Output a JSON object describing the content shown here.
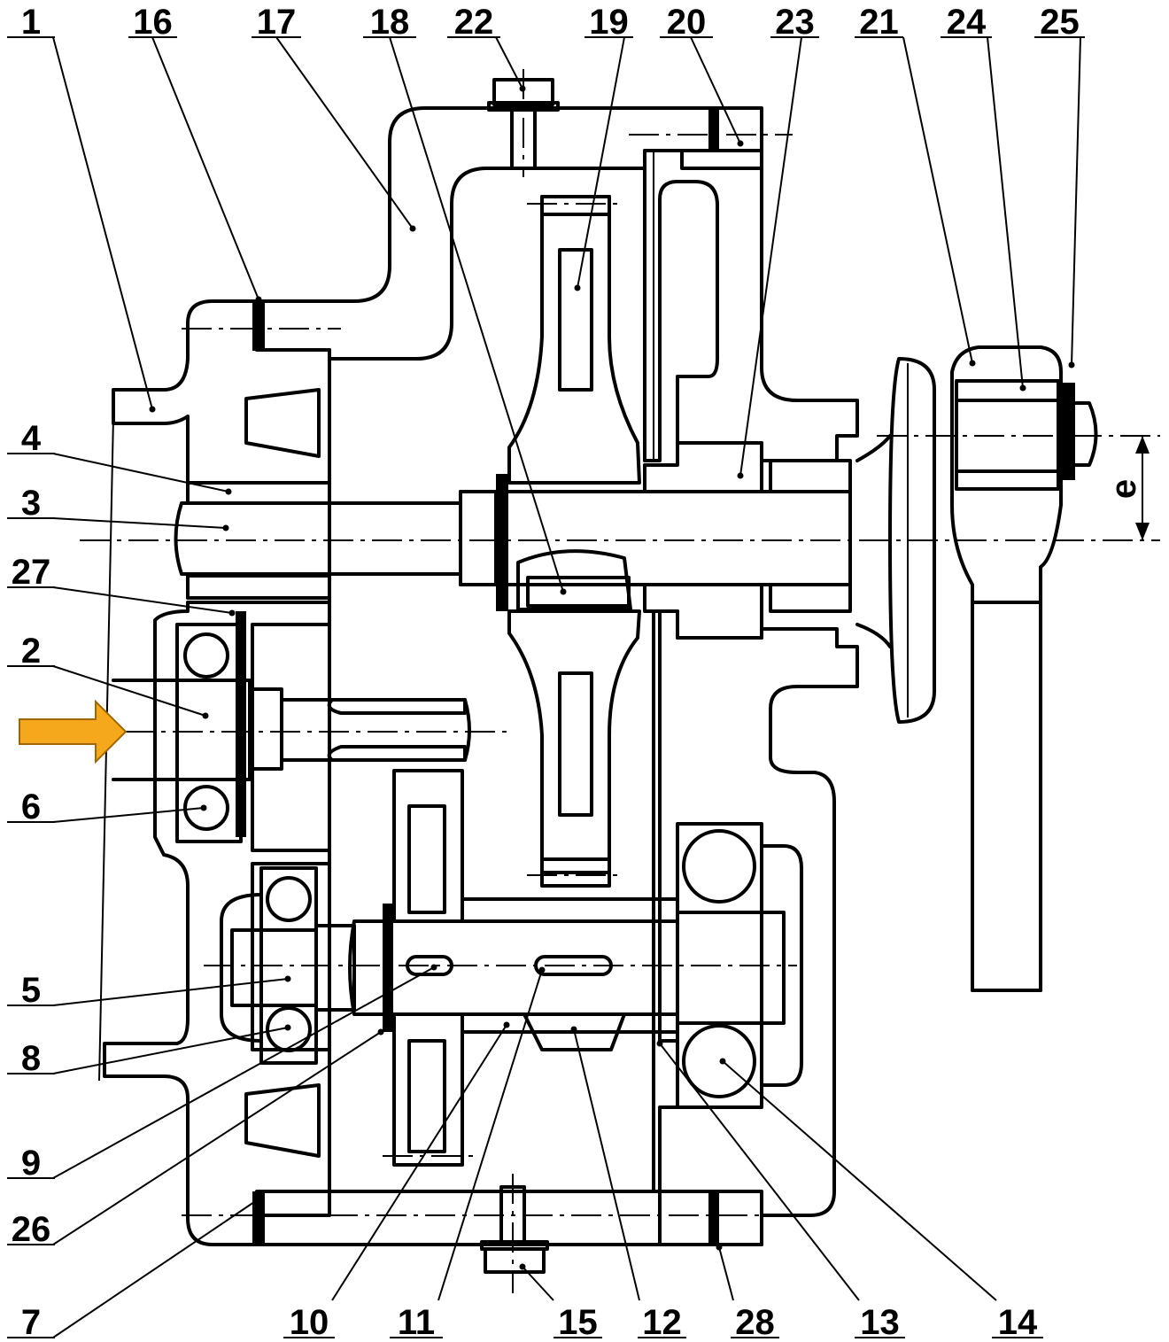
{
  "colors": {
    "line": "#000000",
    "arrow": "#f5a81c",
    "arrow_edge": "#a06600",
    "background": "#ffffff"
  },
  "dimension": {
    "label": "e"
  },
  "callouts": [
    {
      "id": "c1",
      "label": "1"
    },
    {
      "id": "c16",
      "label": "16"
    },
    {
      "id": "c17",
      "label": "17"
    },
    {
      "id": "c18",
      "label": "18"
    },
    {
      "id": "c22",
      "label": "22"
    },
    {
      "id": "c19",
      "label": "19"
    },
    {
      "id": "c20",
      "label": "20"
    },
    {
      "id": "c23",
      "label": "23"
    },
    {
      "id": "c21",
      "label": "21"
    },
    {
      "id": "c24",
      "label": "24"
    },
    {
      "id": "c25",
      "label": "25"
    },
    {
      "id": "c4",
      "label": "4"
    },
    {
      "id": "c3",
      "label": "3"
    },
    {
      "id": "c27",
      "label": "27"
    },
    {
      "id": "c2",
      "label": "2"
    },
    {
      "id": "c6",
      "label": "6"
    },
    {
      "id": "c5",
      "label": "5"
    },
    {
      "id": "c8",
      "label": "8"
    },
    {
      "id": "c9",
      "label": "9"
    },
    {
      "id": "c26",
      "label": "26"
    },
    {
      "id": "c7",
      "label": "7"
    },
    {
      "id": "c10",
      "label": "10"
    },
    {
      "id": "c11",
      "label": "11"
    },
    {
      "id": "c15",
      "label": "15"
    },
    {
      "id": "c12",
      "label": "12"
    },
    {
      "id": "c28",
      "label": "28"
    },
    {
      "id": "c13",
      "label": "13"
    },
    {
      "id": "c14",
      "label": "14"
    }
  ]
}
